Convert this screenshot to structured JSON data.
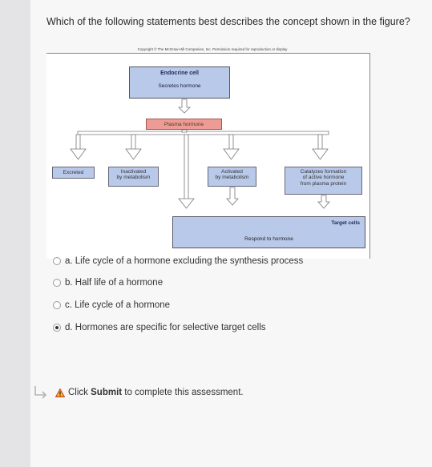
{
  "question": "Which of the following statements best describes the concept shown in the figure?",
  "figure": {
    "copyright": "Copyright © The McGraw-Hill Companies, Inc. Permission required for reproduction or display",
    "endocrine_title": "Endocrine cell",
    "endocrine_sub": "Secretes hormone",
    "plasma": "Plasma hormone",
    "excreted": "Excreted",
    "inactivated_1": "Inactivated",
    "inactivated_2": "by metabolism",
    "activated_1": "Activated",
    "activated_2": "by metabolism",
    "catalyzes_1": "Catalyzes formation",
    "catalyzes_2": "of active hormone",
    "catalyzes_3": "from plasma protein",
    "target_title": "Target cells",
    "target_sub": "Respond to hormone"
  },
  "options": [
    {
      "label": "a. Life cycle of a hormone excluding the synthesis process",
      "selected": false
    },
    {
      "label": "b. Half life of a hormone",
      "selected": false
    },
    {
      "label": "c. Life cycle of a hormone",
      "selected": false
    },
    {
      "label": "d. Hormones are specific for selective target cells",
      "selected": true
    }
  ],
  "submit": {
    "prefix": "Click ",
    "button_word": "Submit",
    "suffix": " to complete this assessment."
  },
  "icons": {
    "warning": "warning-icon",
    "return": "return-arrow-icon"
  }
}
